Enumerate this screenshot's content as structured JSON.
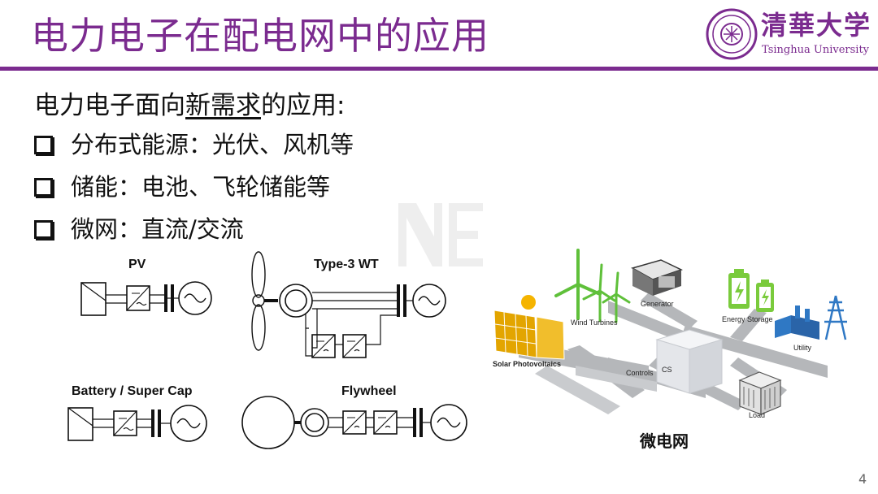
{
  "header": {
    "title": "电力电子在配电网中的应用",
    "logo_cn": "清華大学",
    "logo_en": "Tsinghua University",
    "accent_color": "#7b2b8f"
  },
  "content": {
    "lead_prefix": "电力电子面向",
    "lead_underlined": "新需求",
    "lead_suffix": "的应用:",
    "bullets": [
      "分布式能源：光伏、风机等",
      "储能：电池、飞轮储能等",
      "微网：直流/交流"
    ]
  },
  "diagrams": {
    "pv": "PV",
    "wt": "Type-3 WT",
    "battery": "Battery / Super Cap",
    "flywheel": "Flywheel"
  },
  "microgrid": {
    "labels": {
      "generator": "Generator",
      "wind": "Wind Turbines",
      "energy_storage": "Energy Storage",
      "utility": "Utility",
      "solar": "Solar Photovoltaics",
      "controls": "Controls",
      "load": "Load",
      "cs": "CS"
    },
    "caption": "微电网"
  },
  "footer": {
    "page_number": "4"
  },
  "icons": [
    "seal-icon",
    "checkbox-icon",
    "pv-panel-icon",
    "converter-icon",
    "busbar-icon",
    "ac-source-icon",
    "rotor-icon",
    "wind-turbine-icon",
    "generator-icon",
    "battery-icon",
    "utility-icon",
    "load-building-icon",
    "controls-cube-icon"
  ]
}
